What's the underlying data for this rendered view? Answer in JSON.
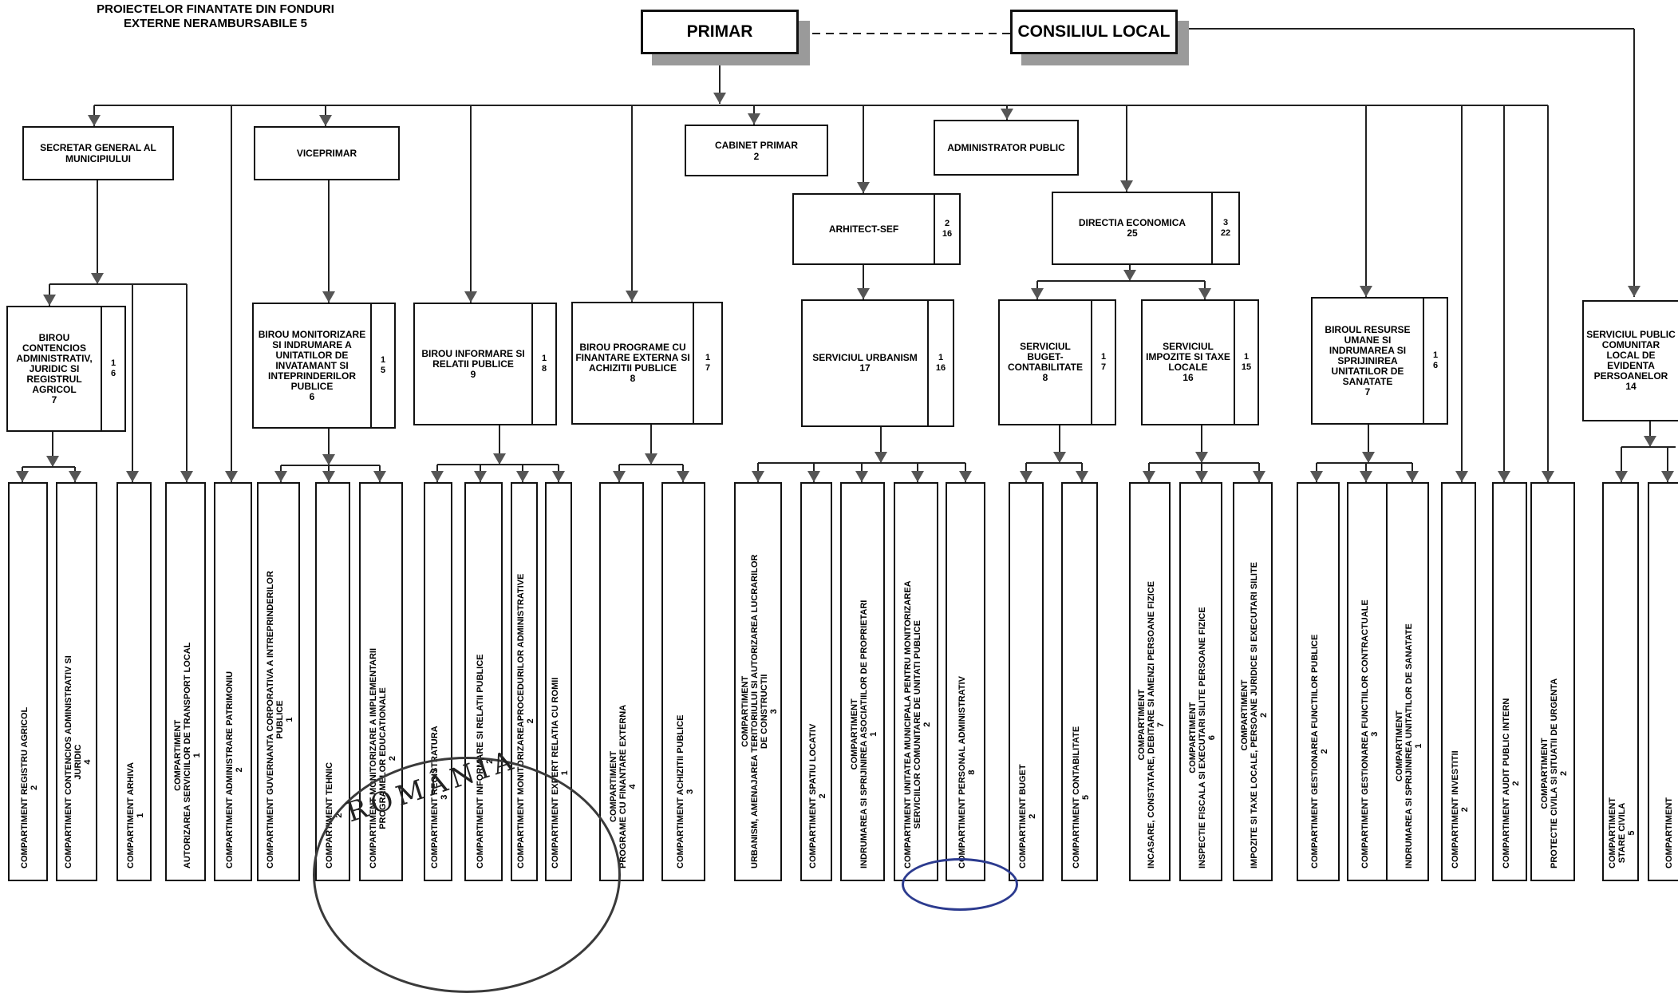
{
  "title": {
    "line1": "PROIECTELOR FINANTATE DIN FONDURI",
    "line2": "EXTERNE NERAMBURSABILE 5"
  },
  "top": {
    "primar": "PRIMAR",
    "consiliu": "CONSILIUL LOCAL"
  },
  "level2": {
    "secretar": "SECRETAR GENERAL AL MUNICIPIULUI",
    "viceprimar": "VICEPRIMAR",
    "cabinet": {
      "name": "CABINET PRIMAR",
      "count": "2"
    },
    "administrator": "ADMINISTRATOR PUBLIC",
    "arhitect": {
      "name": "ARHITECT-SEF",
      "n1": "2",
      "n2": "16"
    },
    "directia": {
      "name": "DIRECTIA ECONOMICA",
      "count": "25",
      "n1": "3",
      "n2": "22"
    }
  },
  "units": [
    {
      "name": "BIROU CONTENCIOS ADMINISTRATIV, JURIDIC SI REGISTRUL AGRICOL",
      "count": "7",
      "n1": "1",
      "n2": "6"
    },
    {
      "name": "BIROU MONITORIZARE SI INDRUMARE A UNITATILOR DE INVATAMANT SI INTEPRINDERILOR PUBLICE",
      "count": "6",
      "n1": "1",
      "n2": "5"
    },
    {
      "name": "BIROU INFORMARE SI RELATII PUBLICE",
      "count": "9",
      "n1": "1",
      "n2": "8"
    },
    {
      "name": "BIROU PROGRAME CU FINANTARE EXTERNA SI ACHIZITII PUBLICE",
      "count": "8",
      "n1": "1",
      "n2": "7"
    },
    {
      "name": "SERVICIUL URBANISM",
      "count": "17",
      "n1": "1",
      "n2": "16"
    },
    {
      "name": "SERVICIUL BUGET-CONTABILITATE",
      "count": "8",
      "n1": "1",
      "n2": "7"
    },
    {
      "name": "SERVICIUL IMPOZITE SI TAXE LOCALE",
      "count": "16",
      "n1": "1",
      "n2": "15"
    },
    {
      "name": "BIROUL RESURSE UMANE SI INDRUMAREA SI SPRIJINIREA UNITATILOR DE SANATATE",
      "count": "7",
      "n1": "1",
      "n2": "6"
    },
    {
      "name": "SERVICIUL PUBLIC COMUNITAR LOCAL DE EVIDENTA PERSOANELOR",
      "count": "14"
    }
  ],
  "compartments": [
    {
      "lines": [
        "COMPARTIMENT REGISTRU AGRICOL"
      ],
      "count": "2"
    },
    {
      "lines": [
        "COMPARTIMENT CONTENCIOS ADMINISTRATIV SI",
        "JURIDIC"
      ],
      "count": "4"
    },
    {
      "lines": [
        "COMPARTIMENT ARHIVA"
      ],
      "count": "1"
    },
    {
      "lines": [
        "COMPARTIMENT",
        "AUTORIZAREA SERVICIILOR DE TRANSPORT LOCAL"
      ],
      "count": "1"
    },
    {
      "lines": [
        "COMPARTIMENT ADMINISTRARE  PATRIMONIU"
      ],
      "count": "2"
    },
    {
      "lines": [
        "COMPARTIMENT GUVERNANTA CORPORATIVA A INTREPRINDERILOR",
        "PUBLICE"
      ],
      "count": "1"
    },
    {
      "lines": [
        "COMPARTIMENT TEHNIC"
      ],
      "count": "2"
    },
    {
      "lines": [
        "COMPARTIMENT MONITORIZARE A  IMPLEMENTARII",
        "PROGRAMELOR EDUCATIONALE"
      ],
      "count": "2"
    },
    {
      "lines": [
        "COMPARTIMENT  REGISTRATURA"
      ],
      "count": "3"
    },
    {
      "lines": [
        "COMPARTIMENT INFORMARE SI RELATII PUBLICE"
      ],
      "count": "2"
    },
    {
      "lines": [
        "COMPARTIMENT  MONITORIZAREAPROCEDURILOR ADMINISTRATIVE"
      ],
      "count": "2"
    },
    {
      "lines": [
        "COMPARTIMENT EXPERT RELATIA CU ROMII"
      ],
      "count": "1"
    },
    {
      "lines": [
        "COMPARTIMENT",
        "PROGRAME CU FINANTARE EXTERNA"
      ],
      "count": "4"
    },
    {
      "lines": [
        "COMPARTIMENT ACHIZITII PUBLICE"
      ],
      "count": "3"
    },
    {
      "lines": [
        "COMPARTIMENT",
        "URBANISM, AMENAJAREA TERITORIULUI SI AUTORIZAREA LUCRARILOR",
        "DE CONSTRUCTII"
      ],
      "count": "3"
    },
    {
      "lines": [
        "COMPARTIMENT SPATIU LOCATIV"
      ],
      "count": "2"
    },
    {
      "lines": [
        "COMPARTIMENT",
        "INDRUMAREA SI SPRIJINIREA ASOCIATIILOR DE PROPRIETARI"
      ],
      "count": "1"
    },
    {
      "lines": [
        "COMPARTIMENT UNITATEA  MUNICIPALA PENTRU MONITORIZAREA",
        "SERVICIILOR COMUNITARE DE UNITATI  PUBLICE"
      ],
      "count": "2"
    },
    {
      "lines": [
        "COMPARTIMENT  PERSONAL ADMINISTRATIV"
      ],
      "count": "8"
    },
    {
      "lines": [
        "COMPARTIMENT BUGET"
      ],
      "count": "2"
    },
    {
      "lines": [
        "COMPARTIMENT  CONTABILITATE"
      ],
      "count": "5"
    },
    {
      "lines": [
        "COMPARTIMENT",
        "INCASARE, CONSTATARE, DEBITARE SI AMENZI PERSOANE FIZICE"
      ],
      "count": "7"
    },
    {
      "lines": [
        "COMPARTIMENT",
        "INSPECTIE FISCALA SI EXECUTARI SILITE PERSOANE FIZICE"
      ],
      "count": "6"
    },
    {
      "lines": [
        "COMPARTIMENT",
        "IMPOZITE SI TAXE LOCALE,  PERSOANE JURIDICE   SI EXECUTARI SILITE"
      ],
      "count": "2"
    },
    {
      "lines": [
        "COMPARTIMENT GESTIONAREA  FUNCTIILOR  PUBLICE"
      ],
      "count": "2"
    },
    {
      "lines": [
        "COMPARTIMENT  GESTIONAREA FUNCTIILOR  CONTRACTUALE"
      ],
      "count": "3"
    },
    {
      "lines": [
        "COMPARTIMENT",
        "INDRUMAREA SI SPRIJINIREA UNITATILOR DE SANATATE"
      ],
      "count": "1"
    },
    {
      "lines": [
        "COMPARTIMENT INVESTITII"
      ],
      "count": "2"
    },
    {
      "lines": [
        "COMPARTIMENT AUDIT PUBLIC INTERN"
      ],
      "count": "2"
    },
    {
      "lines": [
        "COMPARTIMENT",
        "PROTECTIE CIVILA SI SITUATII DE URGENTA"
      ],
      "count": "2"
    },
    {
      "lines": [
        "COMPARTIMENT",
        "STARE CIVILA"
      ],
      "count": "5"
    },
    {
      "lines": [
        "COMPARTIMENT"
      ],
      "count": ""
    }
  ],
  "seal": {
    "text": "ROMÂNIA"
  }
}
